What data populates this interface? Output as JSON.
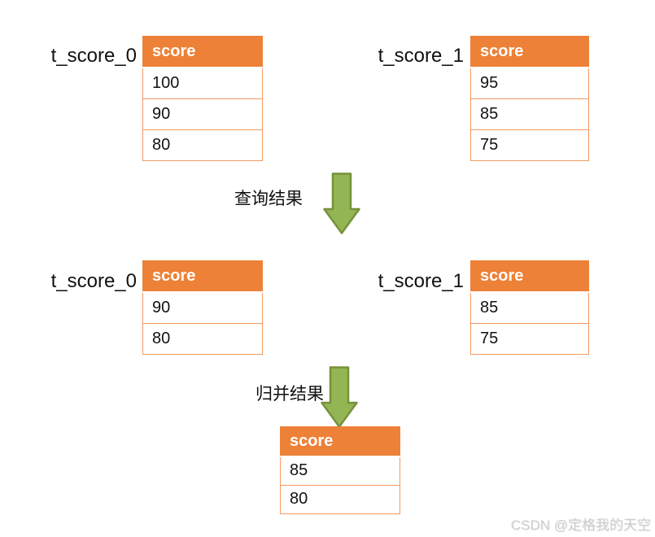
{
  "diagram": {
    "top_row": {
      "left": {
        "label": "t_score_0",
        "header": "score",
        "rows": [
          "100",
          "90",
          "80"
        ]
      },
      "right": {
        "label": "t_score_1",
        "header": "score",
        "rows": [
          "95",
          "85",
          "75"
        ]
      }
    },
    "step1": {
      "caption": "查询结果"
    },
    "middle_row": {
      "left": {
        "label": "t_score_0",
        "header": "score",
        "rows": [
          "90",
          "80"
        ]
      },
      "right": {
        "label": "t_score_1",
        "header": "score",
        "rows": [
          "85",
          "75"
        ]
      }
    },
    "step2": {
      "caption": "归并结果"
    },
    "result_table": {
      "header": "score",
      "rows": [
        "85",
        "80"
      ]
    }
  },
  "icons": {
    "arrow1": "down-block-arrow",
    "arrow2": "down-block-arrow"
  },
  "colors": {
    "table_header": "#ED8137",
    "table_border": "#F29B61",
    "arrow_fill": "#94B553",
    "arrow_stroke": "#76923C",
    "text": "#111111",
    "watermark": "#cdcdcd"
  },
  "watermark": {
    "text": "CSDN @定格我的天空"
  }
}
